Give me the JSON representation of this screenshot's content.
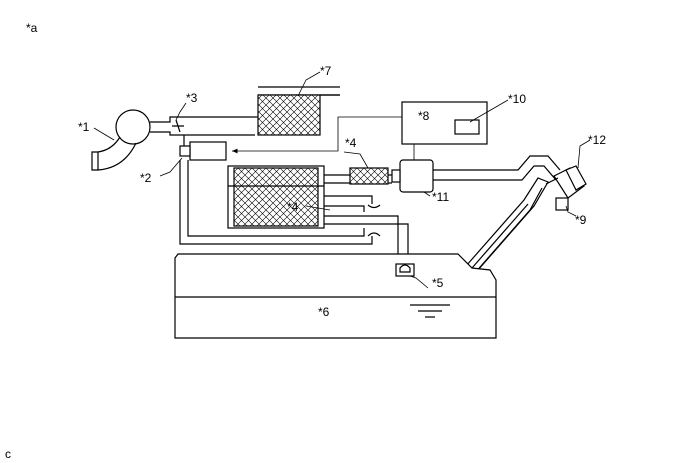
{
  "figure_label": "*a",
  "corner_code": "c",
  "callouts": {
    "c1": "*1",
    "c2": "*2",
    "c3": "*3",
    "c4a": "*4",
    "c4b": "*4",
    "c5": "*5",
    "c6": "*6",
    "c7": "*7",
    "c8": "*8",
    "c9": "*9",
    "c10": "*10",
    "c11": "*11",
    "c12": "*12"
  }
}
